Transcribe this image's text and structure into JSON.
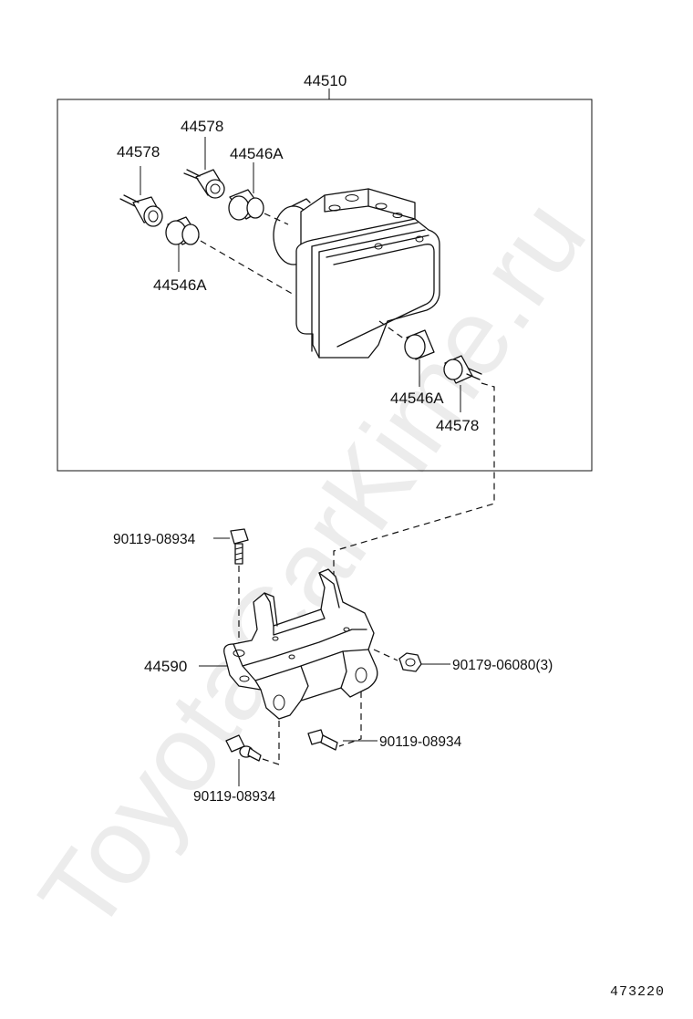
{
  "watermark": "ToyotaCarKime.ru",
  "figure_number": "473220",
  "assembly": {
    "label": "44510"
  },
  "parts": {
    "plug_top_left": "44578",
    "plug_top_middle": "44578",
    "cap_top": "44546A",
    "cap_left": "44546A",
    "cap_bottom": "44546A",
    "plug_bottom": "44578",
    "bracket": "44590",
    "bolt_top": "90119-08934",
    "nut_right": "90179-06080(3)",
    "bolt_bottom_right": "90119-08934",
    "bolt_bottom_left": "90119-08934"
  }
}
